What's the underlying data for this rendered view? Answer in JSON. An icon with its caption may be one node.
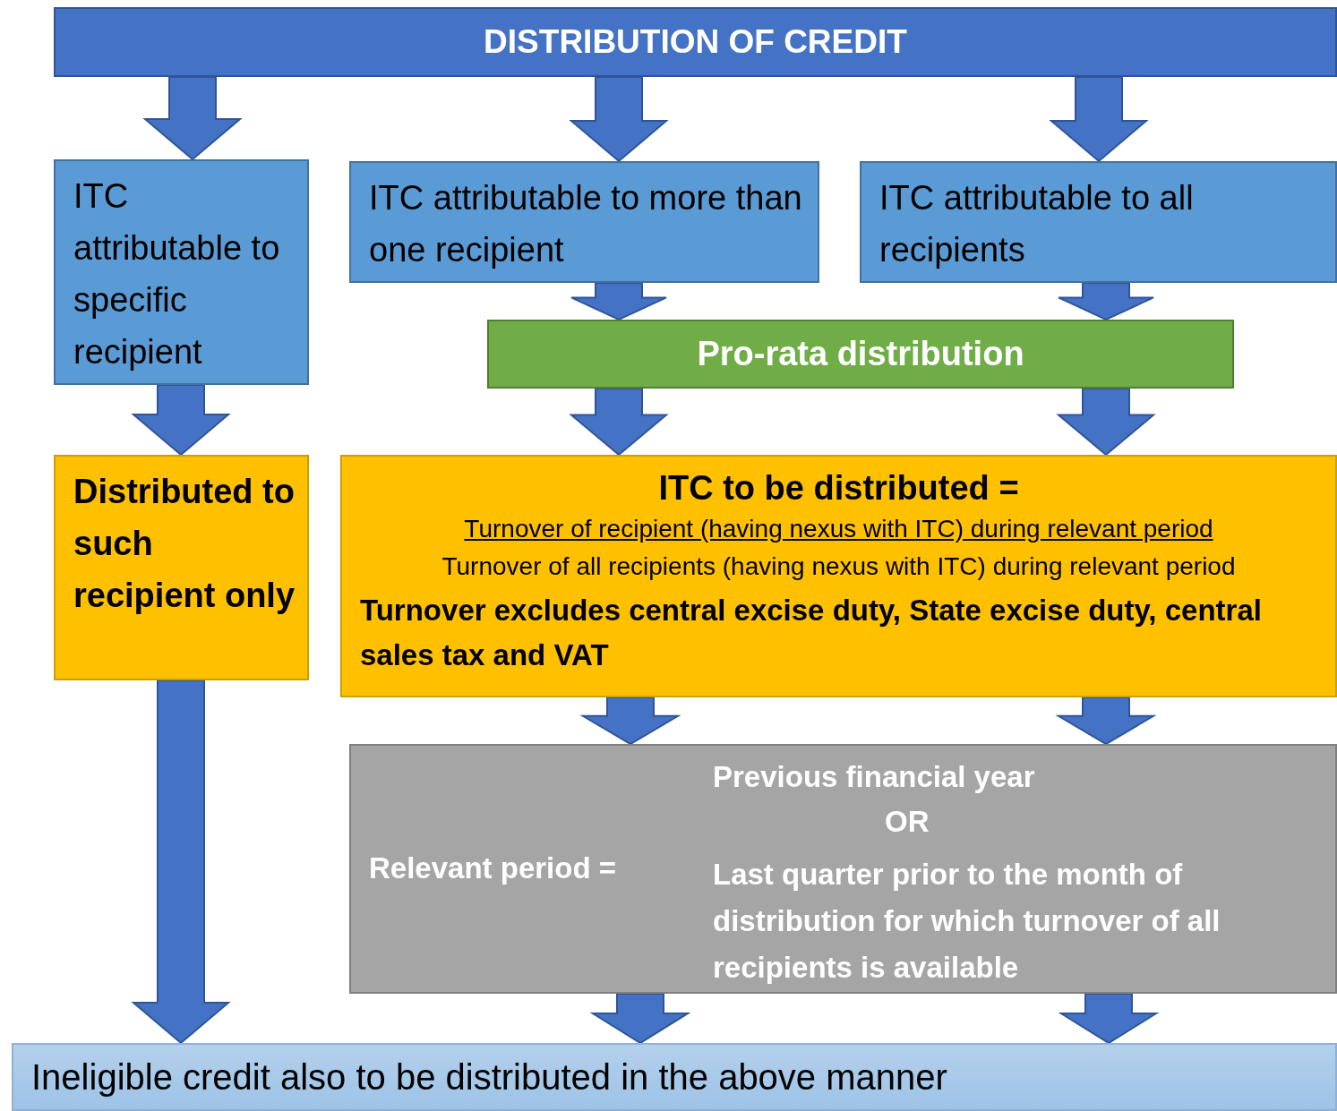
{
  "diagram": {
    "nodes": [
      {
        "text": [
          "DISTRIBUTION OF CREDIT"
        ]
      },
      {
        "text": [
          "ITC attributable to specific recipient"
        ]
      },
      {
        "text": [
          "ITC attributable to more than one recipient"
        ]
      },
      {
        "text": [
          "ITC attributable to all recipients"
        ]
      },
      {
        "text": [
          "Pro-rata distribution"
        ]
      },
      {
        "text": [
          "Distributed to such recipient only"
        ]
      },
      {
        "text": [
          "ITC to be distributed =",
          "Turnover of recipient (having nexus with ITC) during relevant period",
          "Turnover of all recipients (having nexus with ITC) during relevant period",
          "Turnover excludes central excise duty, State excise duty, central sales tax and VAT"
        ]
      },
      {
        "text": [
          "Relevant period =",
          "Previous financial year",
          "OR",
          "Last quarter prior to the month of distribution for which turnover of all recipients is available"
        ]
      },
      {
        "text": [
          "Ineligible credit also to be distributed in the above manner"
        ]
      }
    ],
    "edges": [
      {
        "from": 0,
        "to": 1,
        "arrow": "to"
      },
      {
        "from": 0,
        "to": 2,
        "arrow": "to"
      },
      {
        "from": 0,
        "to": 3,
        "arrow": "to"
      },
      {
        "from": 2,
        "to": 4,
        "arrow": "to"
      },
      {
        "from": 3,
        "to": 4,
        "arrow": "to"
      },
      {
        "from": 1,
        "to": 5,
        "arrow": "to"
      },
      {
        "from": 4,
        "to": 6,
        "arrow": "to"
      },
      {
        "from": 4,
        "to": 6,
        "arrow": "to"
      },
      {
        "from": 6,
        "to": 7,
        "arrow": "to"
      },
      {
        "from": 6,
        "to": 7,
        "arrow": "to"
      },
      {
        "from": 5,
        "to": 8,
        "arrow": "to"
      },
      {
        "from": 7,
        "to": 8,
        "arrow": "to"
      },
      {
        "from": 7,
        "to": 8,
        "arrow": "to"
      }
    ]
  }
}
